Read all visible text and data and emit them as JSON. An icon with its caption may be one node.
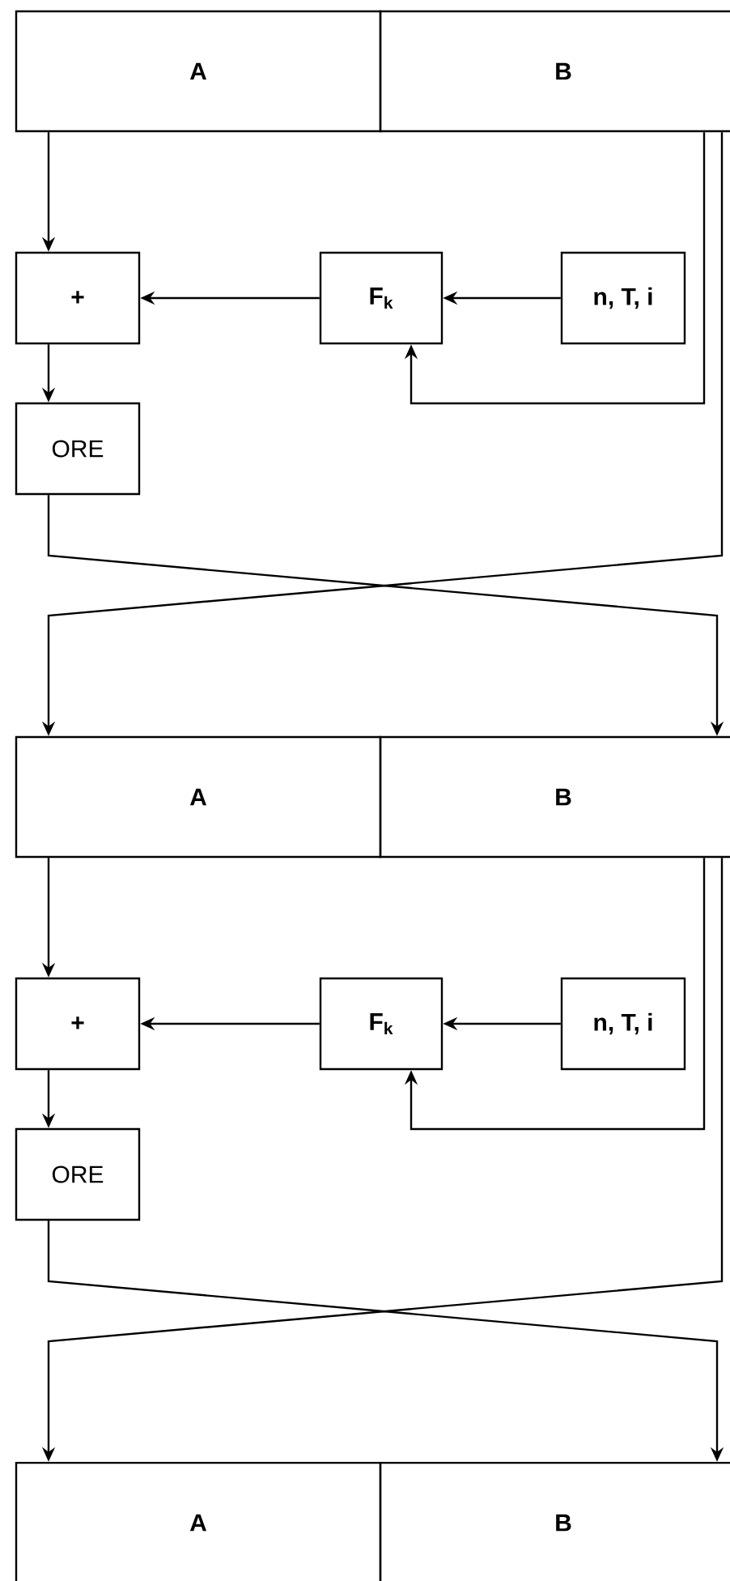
{
  "diagram": {
    "nodes": [
      {
        "text": [
          "A"
        ]
      },
      {
        "text": [
          "B"
        ]
      },
      {
        "text": [
          "+"
        ]
      },
      {
        "text": [
          "F$_{k}$"
        ]
      },
      {
        "text": [
          "n, T, i"
        ]
      },
      {
        "text": [
          "ORE"
        ]
      },
      {
        "text": [
          "A"
        ]
      },
      {
        "text": [
          "B"
        ]
      },
      {
        "text": [
          "+"
        ]
      },
      {
        "text": [
          "F$_{k}$"
        ]
      },
      {
        "text": [
          "n, T, i"
        ]
      },
      {
        "text": [
          "ORE"
        ]
      },
      {
        "text": [
          "A"
        ]
      },
      {
        "text": [
          "B"
        ]
      }
    ],
    "edges": [
      {
        "from": 0,
        "to": 2,
        "arrow": "to"
      },
      {
        "from": 3,
        "to": 2,
        "arrow": "to"
      },
      {
        "from": 4,
        "to": 3,
        "arrow": "to"
      },
      {
        "from": 1,
        "to": 3,
        "arrow": "to"
      },
      {
        "from": 2,
        "to": 5,
        "arrow": "to"
      },
      {
        "from": 5,
        "to": 7,
        "arrow": "to"
      },
      {
        "from": 1,
        "to": 6,
        "arrow": "to"
      },
      {
        "from": 6,
        "to": 8,
        "arrow": "to"
      },
      {
        "from": 9,
        "to": 8,
        "arrow": "to"
      },
      {
        "from": 10,
        "to": 9,
        "arrow": "to"
      },
      {
        "from": 7,
        "to": 9,
        "arrow": "to"
      },
      {
        "from": 8,
        "to": 11,
        "arrow": "to"
      },
      {
        "from": 11,
        "to": 13,
        "arrow": "to"
      },
      {
        "from": 7,
        "to": 12,
        "arrow": "to"
      }
    ]
  }
}
